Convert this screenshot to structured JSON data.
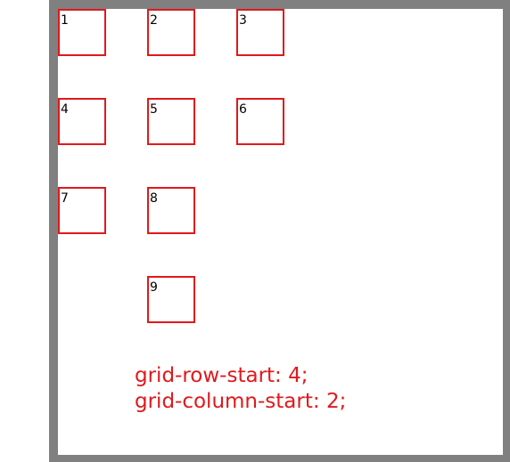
{
  "colors": {
    "frame": "#808080",
    "accent": "#e0191b",
    "text": "#000000",
    "background": "#ffffff"
  },
  "items": [
    {
      "label": "1",
      "row": 1,
      "col": 1
    },
    {
      "label": "2",
      "row": 1,
      "col": 2
    },
    {
      "label": "3",
      "row": 1,
      "col": 3
    },
    {
      "label": "4",
      "row": 2,
      "col": 1
    },
    {
      "label": "5",
      "row": 2,
      "col": 2
    },
    {
      "label": "6",
      "row": 2,
      "col": 3
    },
    {
      "label": "7",
      "row": 3,
      "col": 1
    },
    {
      "label": "8",
      "row": 3,
      "col": 2
    },
    {
      "label": "9",
      "row": 4,
      "col": 2
    }
  ],
  "caption": {
    "line1": "grid-row-start: 4;",
    "line2": "grid-column-start: 2;"
  }
}
